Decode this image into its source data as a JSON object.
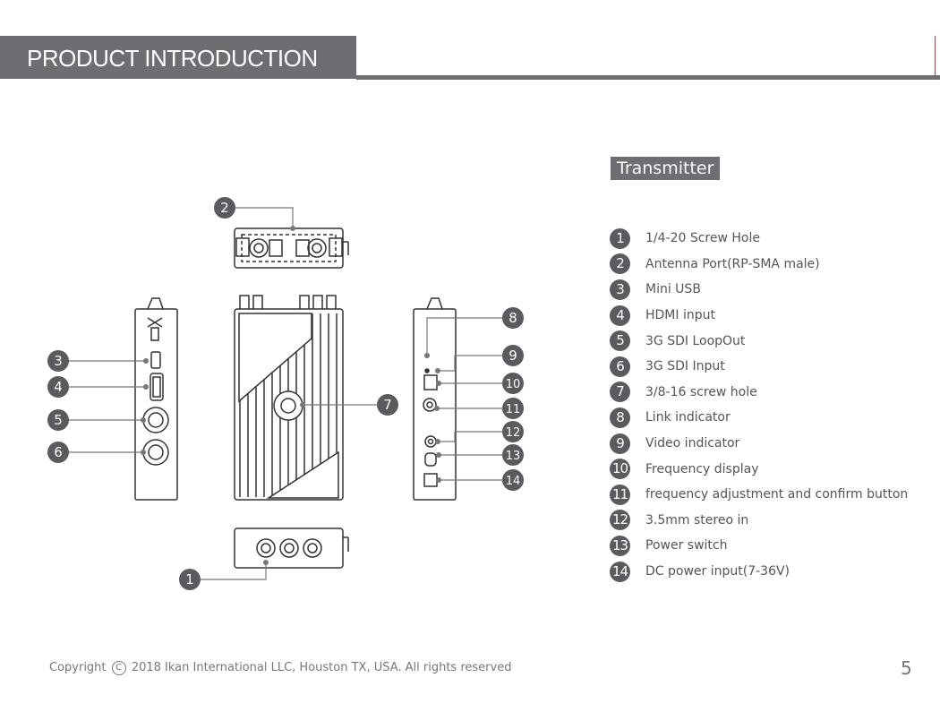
{
  "header": {
    "title": "PRODUCT INTRODUCTION"
  },
  "section": {
    "title": "Transmitter"
  },
  "legend": [
    {
      "num": "1",
      "label": "1/4-20 Screw Hole"
    },
    {
      "num": "2",
      "label": "Antenna Port(RP-SMA male)"
    },
    {
      "num": "3",
      "label": "Mini USB"
    },
    {
      "num": "4",
      "label": "HDMI input"
    },
    {
      "num": "5",
      "label": "3G SDI LoopOut"
    },
    {
      "num": "6",
      "label": "3G SDI Input"
    },
    {
      "num": "7",
      "label": "3/8-16 screw hole"
    },
    {
      "num": "8",
      "label": "Link indicator"
    },
    {
      "num": "9",
      "label": "Video indicator"
    },
    {
      "num": "10",
      "label": "Frequency display"
    },
    {
      "num": "11",
      "label": "frequency adjustment and confirm button"
    },
    {
      "num": "12",
      "label": "3.5mm stereo in"
    },
    {
      "num": "13",
      "label": "Power switch"
    },
    {
      "num": "14",
      "label": "DC power input(7-36V)"
    }
  ],
  "callouts": [
    "1",
    "2",
    "3",
    "4",
    "5",
    "6",
    "7",
    "8",
    "9",
    "10",
    "11",
    "12",
    "13",
    "14"
  ],
  "footer": {
    "copyright_prefix": "Copyright",
    "copyright_symbol": "C",
    "copyright_text": "2018 Ikan International LLC, Houston TX, USA. All rights reserved",
    "page_number": "5"
  },
  "colors": {
    "header_bg": "#6e6e72",
    "badge_bg": "#5b5b5f",
    "outline": "#333333"
  }
}
